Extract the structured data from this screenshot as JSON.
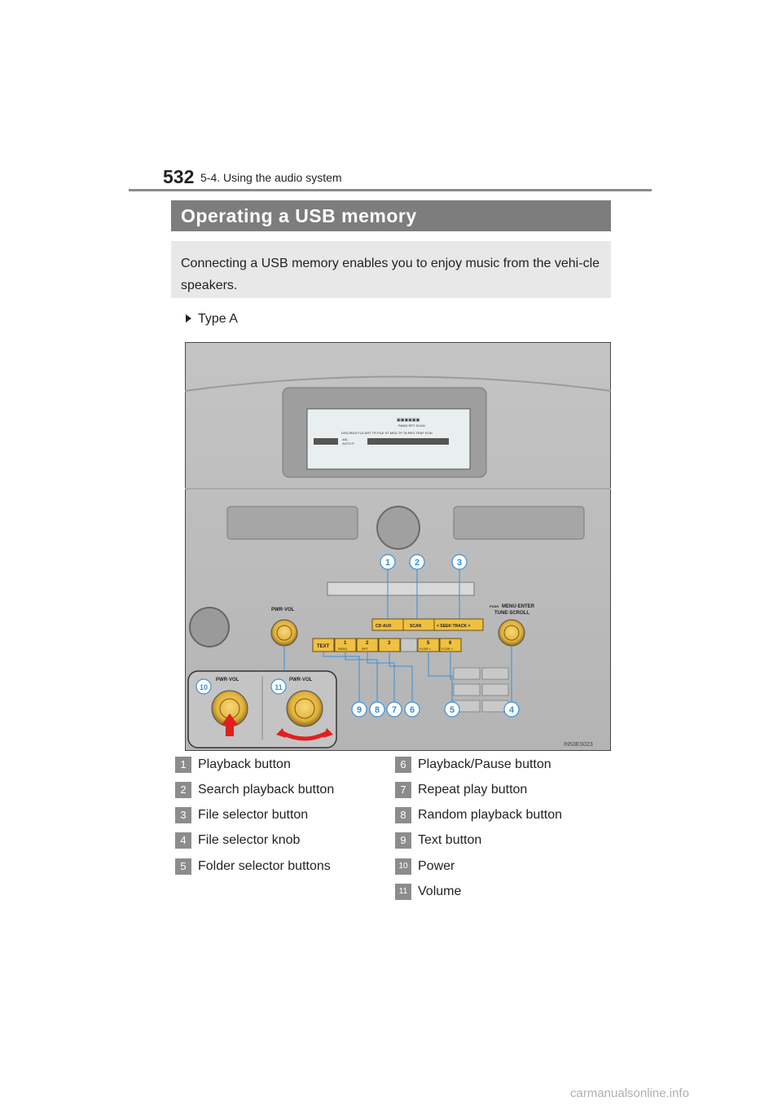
{
  "header": {
    "page_number": "532",
    "chapter": "5-4. Using the audio system"
  },
  "section": {
    "title": "Operating a USB memory",
    "intro": "Connecting a USB memory enables you to enjoy music from the vehi-cle speakers."
  },
  "type_label": "Type A",
  "figure": {
    "code": "IN53ES023",
    "labels": {
      "pwr_vol": "PWR·VOL",
      "menu_push": "PUSH",
      "menu_enter": "MENU·ENTER",
      "tune_scroll": "TUNE·SCROLL",
      "cd_aux": "CD·AUX",
      "scan": "SCAN",
      "seek_track": "< SEEK·TRACK >",
      "text": "TEXT",
      "rand": "RAND",
      "rpt": "RPT",
      "fldr_down": "FLDR <",
      "fldr_up": "FLDR >"
    },
    "preset_numbers": [
      "1",
      "2",
      "3",
      "5",
      "6"
    ],
    "display_rows": [
      "▣▣▣▣▣▣",
      "RAND   RPT   SCAN",
      "DISC/RDS FLD ART TR FILE ST MSG TP TA REG TRAF EON",
      "ASL",
      "AUTO P"
    ],
    "callouts": [
      "1",
      "2",
      "3",
      "4",
      "5",
      "6",
      "7",
      "8",
      "9",
      "10",
      "11"
    ]
  },
  "legend": [
    {
      "num": "1",
      "text": "Playback button"
    },
    {
      "num": "2",
      "text": "Search playback button"
    },
    {
      "num": "3",
      "text": "File selector button"
    },
    {
      "num": "4",
      "text": "File selector knob"
    },
    {
      "num": "5",
      "text": "Folder selector buttons"
    },
    {
      "num": "6",
      "text": "Playback/Pause button"
    },
    {
      "num": "7",
      "text": "Repeat play button"
    },
    {
      "num": "8",
      "text": "Random playback button"
    },
    {
      "num": "9",
      "text": "Text button"
    },
    {
      "num": "10",
      "text": "Power"
    },
    {
      "num": "11",
      "text": "Volume"
    }
  ],
  "footer": {
    "watermark": "carmanualsonline.info"
  },
  "colors": {
    "section_bar": "#7d7d7d",
    "intro_box": "#e8e8e8",
    "callout": "#3a8fd6",
    "button_gold": "#f0c040",
    "arrow_red": "#e02020"
  }
}
